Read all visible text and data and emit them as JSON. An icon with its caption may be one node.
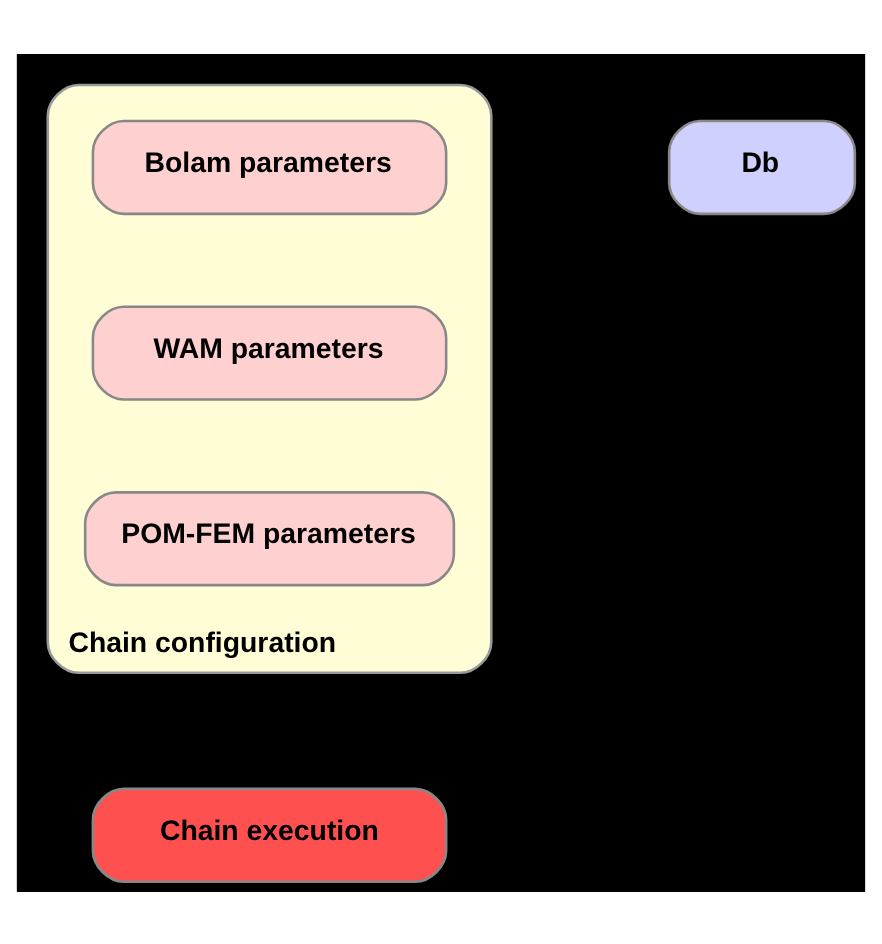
{
  "diagram": {
    "nodes": [
      {
        "text": [
          "Chain configuration"
        ]
      },
      {
        "text": [
          "Bolam parameters"
        ],
        "in": 0
      },
      {
        "text": [
          "WAM parameters"
        ],
        "in": 0
      },
      {
        "text": [
          "POM-FEM parameters"
        ],
        "in": 0
      },
      {
        "text": [
          "Db"
        ]
      },
      {
        "text": [
          "Chain execution"
        ]
      }
    ],
    "edges": []
  }
}
